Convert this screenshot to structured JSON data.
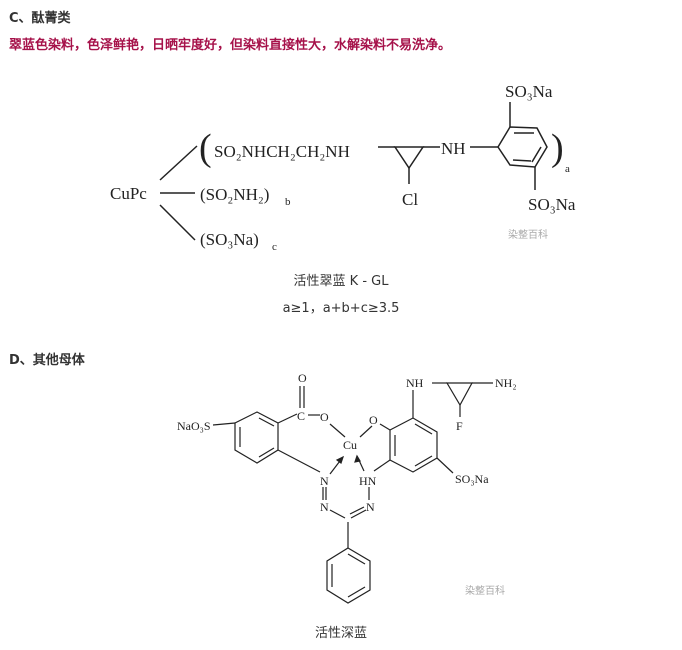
{
  "section_c": {
    "heading": "C、酞菁类",
    "description": "翠蓝色染料，色泽鲜艳，日晒牢度好，但染料直接性大，水解染料不易洗净。",
    "figure": {
      "cupc": "CuPc",
      "open_paren": "(",
      "close_paren": ")",
      "chain": "SO₂NHCH₂CH₂NH",
      "nh": "NH",
      "cl": "Cl",
      "so3na_top": "SO₃Na",
      "so3na_bottom": "SO₃Na",
      "sub_a": "a",
      "so2nh2": "(SO₂NH₂)",
      "sub_b": "b",
      "so3na_group": "(SO₃Na)",
      "sub_c": "c",
      "watermark": "染整百科"
    },
    "caption": "活性翠蓝 K - GL",
    "condition": "a≥1，a+b+c≥3.5"
  },
  "section_d": {
    "heading": "D、其他母体",
    "figure": {
      "o_top": "O",
      "c": "C",
      "o_ester": "O",
      "nao3s": "NaO₃S",
      "cu": "Cu",
      "o_phenol": "O",
      "nh": "NH",
      "nh2": "NH₂",
      "f": "F",
      "so3na": "SO₃Na",
      "n1": "N",
      "hn": "HN",
      "n2": "N",
      "n3": "N",
      "watermark": "染整百科"
    },
    "caption": "活性深蓝"
  }
}
